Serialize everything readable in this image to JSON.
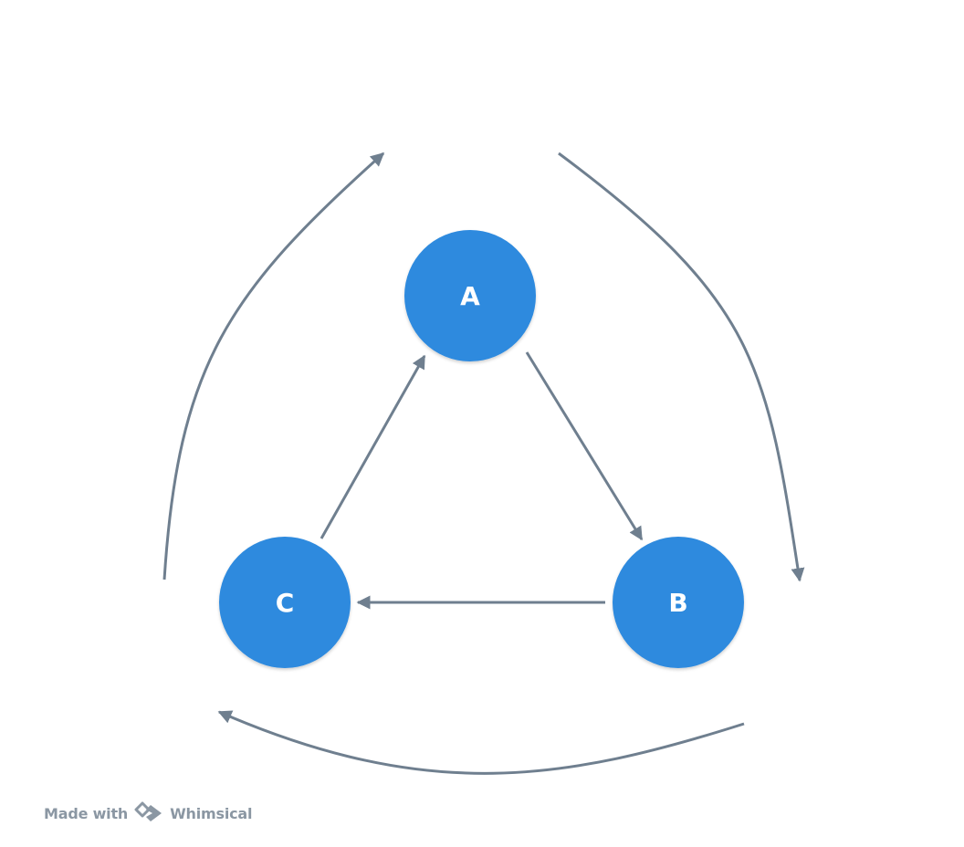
{
  "nodes": {
    "a": {
      "label": "A"
    },
    "b": {
      "label": "B"
    },
    "c": {
      "label": "C"
    }
  },
  "footer": {
    "made_with": "Made with",
    "brand": "Whimsical"
  },
  "colors": {
    "node_fill": "#2e8ade",
    "edge": "#6f7f8f",
    "footer_text": "#8b97a3",
    "background": "#ffffff"
  }
}
